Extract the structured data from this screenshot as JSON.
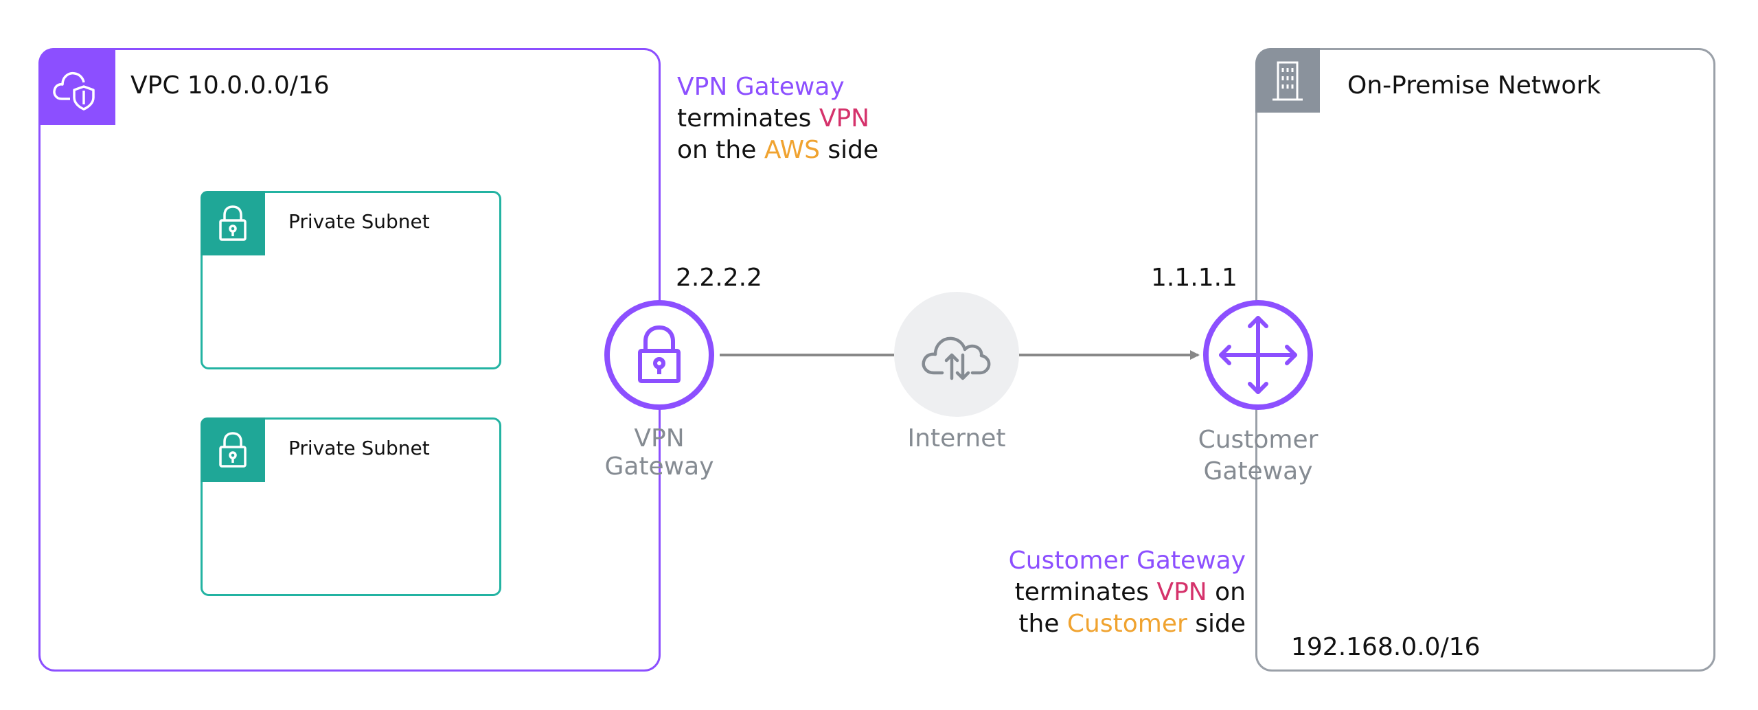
{
  "vpc": {
    "label": "VPC 10.0.0.0/16"
  },
  "subnets": [
    {
      "label": "Private Subnet"
    },
    {
      "label": "Private Subnet"
    }
  ],
  "vpn_gateway": {
    "ip": "2.2.2.2",
    "label": "VPN Gateway",
    "note": {
      "title": "VPN Gateway",
      "line2_prefix": "terminates ",
      "line2_vpn": "VPN",
      "line3_prefix": "on the ",
      "line3_aws": "AWS",
      "line3_suffix": " side"
    }
  },
  "internet": {
    "label": "Internet"
  },
  "customer_gateway": {
    "ip": "1.1.1.1",
    "label_line1": "Customer",
    "label_line2": "Gateway",
    "note": {
      "title": "Customer Gateway",
      "line2_prefix": "terminates ",
      "line2_vpn": "VPN",
      "line2_suffix": " on",
      "line3_prefix": "the ",
      "line3_customer": "Customer",
      "line3_suffix": " side"
    }
  },
  "on_premise": {
    "label": "On-Premise Network",
    "cidr": "192.168.0.0/16"
  },
  "colors": {
    "aws_purple": "#8c4fff",
    "subnet_teal": "#23b3a2",
    "onprem_grey": "#9aa0a8",
    "vpn_red": "#d5326b",
    "aws_orange": "#f0a330"
  },
  "icons": {
    "vpc": "cloud-shield-icon",
    "subnet": "lock-icon",
    "on_premise": "building-icon",
    "vpn_gateway": "lock-icon",
    "internet": "cloud-upload-download-icon",
    "customer_gateway": "router-arrows-icon"
  }
}
